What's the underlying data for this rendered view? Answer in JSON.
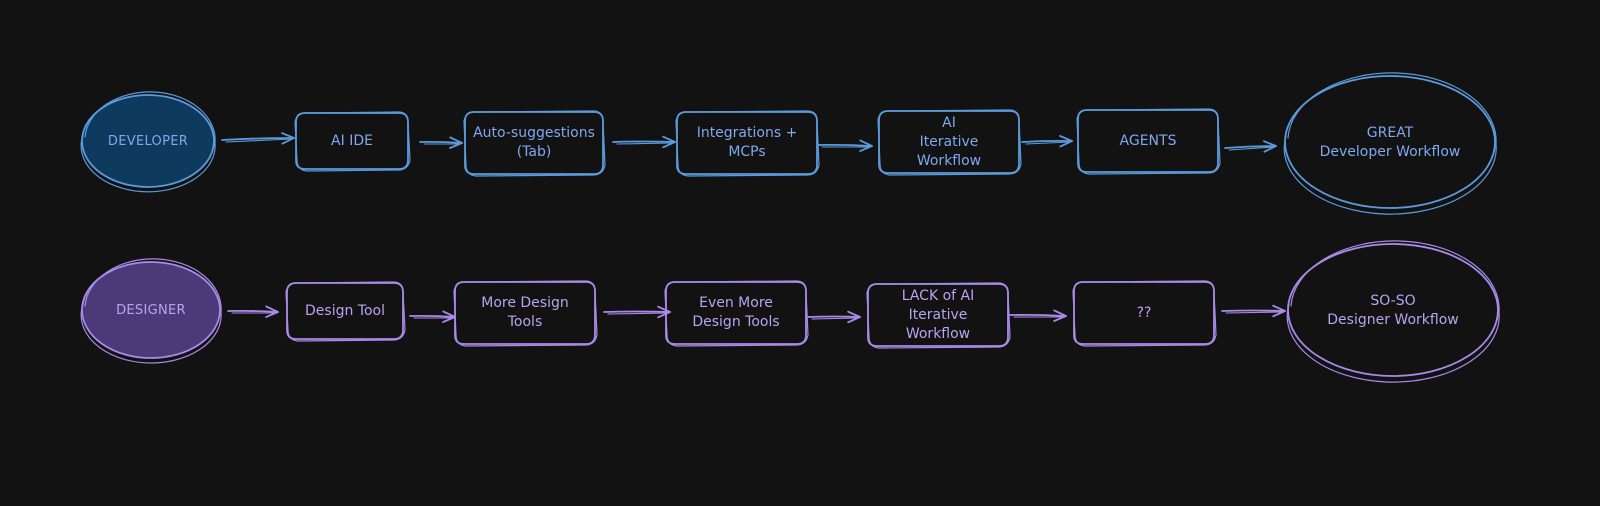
{
  "colors": {
    "background": "#121212",
    "developer_stroke": "#5b9bdc",
    "developer_text": "#7fa8ee",
    "developer_fill": "#0e3a5e",
    "designer_stroke": "#a98ae8",
    "designer_text": "#b8a4f0",
    "designer_fill": "#4b3a78"
  },
  "developer_row": {
    "start": "DEVELOPER",
    "steps": [
      "AI IDE",
      "Auto-suggestions\n(Tab)",
      "Integrations +\nMCPs",
      "AI\nIterative\nWorkflow",
      "AGENTS"
    ],
    "end": "GREAT\nDeveloper Workflow"
  },
  "designer_row": {
    "start": "DESIGNER",
    "steps": [
      "Design Tool",
      "More Design\nTools",
      "Even More\nDesign Tools",
      "LACK of AI\nIterative\nWorkflow",
      "??"
    ],
    "end": "SO-SO\nDesigner Workflow"
  }
}
